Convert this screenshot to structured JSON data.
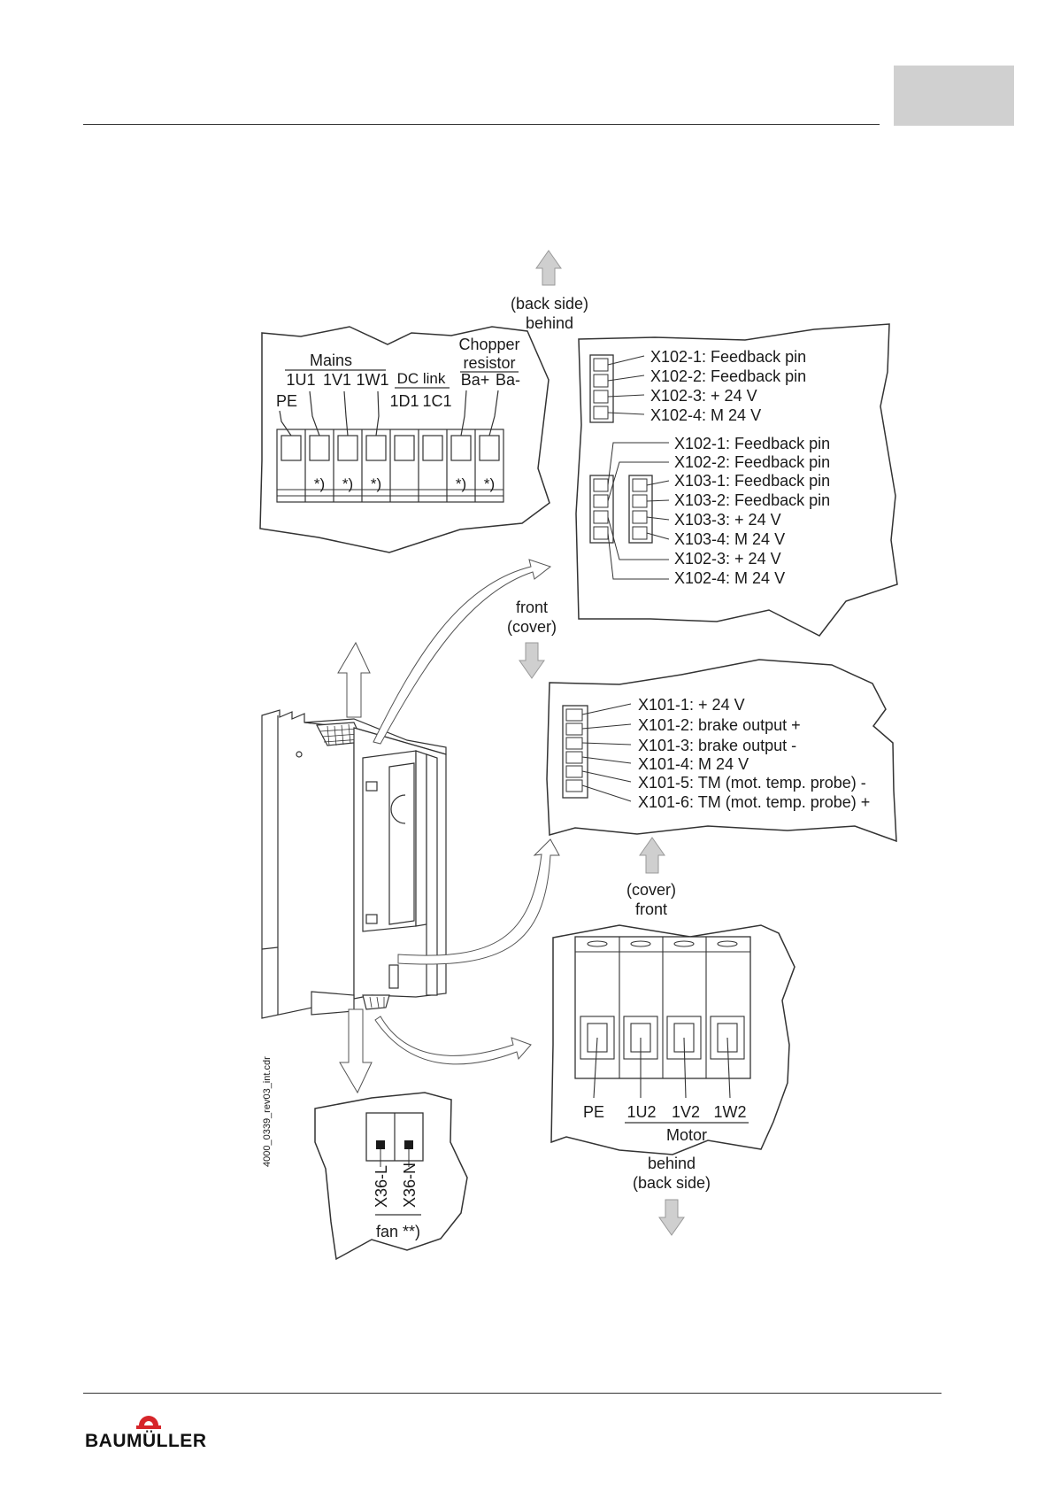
{
  "brand": {
    "logo_text": "BAUMÜLLER"
  },
  "drawing_id": "4000_0339_rev03_int.cdr",
  "mains_box": {
    "group_mains": "Mains",
    "group_dc_link": "DC link",
    "group_chopper_line1": "Chopper",
    "group_chopper_line2": "resistor",
    "terminals": [
      "PE",
      "1U1",
      "1V1",
      "1W1",
      "1D1",
      "1C1",
      "Ba+",
      "Ba-"
    ],
    "star_mark": "*)"
  },
  "back_side_top": {
    "line1": "(back side)",
    "line2": "behind"
  },
  "feedback_box": {
    "x102_single": [
      "X102-1: Feedback pin",
      "X102-2: Feedback pin",
      "X102-3: + 24 V",
      "X102-4: M 24 V"
    ],
    "x102_x103": [
      "X102-1: Feedback pin",
      "X102-2: Feedback pin",
      "X103-1: Feedback pin",
      "X103-2: Feedback pin",
      "X103-3: + 24 V",
      "X103-4: M 24 V",
      "X102-3: + 24 V",
      "X102-4: M 24 V"
    ]
  },
  "front_cover_top": {
    "line1": "front",
    "line2": "(cover)"
  },
  "x101_box": {
    "pins": [
      "X101-1: + 24 V",
      "X101-2: brake output +",
      "X101-3: brake output -",
      "X101-4: M 24 V",
      "X101-5: TM (mot. temp. probe) -",
      "X101-6: TM (mot. temp. probe) +"
    ]
  },
  "cover_front_bottom": {
    "line1": "(cover)",
    "line2": "front"
  },
  "motor_box": {
    "terminals": [
      "PE",
      "1U2",
      "1V2",
      "1W2"
    ],
    "group_label": "Motor"
  },
  "behind_bottom": {
    "line1": "behind",
    "line2": "(back side)"
  },
  "fan_box": {
    "terminals": [
      "X36-L",
      "X36-N"
    ],
    "group_label": "fan **)"
  },
  "colors": {
    "arrow_fill": "#cfcfcf",
    "stroke": "#333333",
    "header_tab": "#d0d0d0",
    "logo_red": "#d6252a"
  }
}
